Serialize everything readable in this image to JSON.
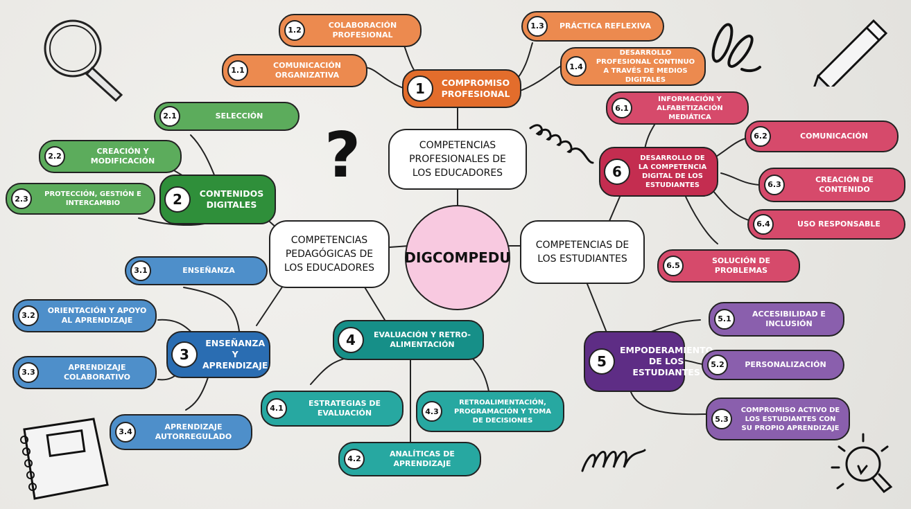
{
  "center": "DIGCOMPEDU",
  "categories": {
    "professional": "COMPETENCIAS PROFESIONALES DE LOS EDUCADORES",
    "pedagogical": "COMPETENCIAS PEDAGÓGICAS DE LOS EDUCADORES",
    "students": "COMPETENCIAS DE LOS ESTUDIANTES"
  },
  "areas": [
    {
      "num": "1",
      "label": "COMPROMISO PROFESIONAL",
      "color": "#e36d2c",
      "items": [
        {
          "num": "1.1",
          "label": "COMUNICACIÓN ORGANIZATIVA"
        },
        {
          "num": "1.2",
          "label": "COLABORACIÓN PROFESIONAL"
        },
        {
          "num": "1.3",
          "label": "PRÁCTICA REFLEXIVA"
        },
        {
          "num": "1.4",
          "label": "DESARROLLO PROFESIONAL CONTINUO A TRAVÉS DE MEDIOS DIGITALES"
        }
      ]
    },
    {
      "num": "2",
      "label": "CONTENIDOS DIGITALES",
      "color": "#2f8f3a",
      "items": [
        {
          "num": "2.1",
          "label": "SELECCIÓN"
        },
        {
          "num": "2.2",
          "label": "CREACIÓN Y MODIFICACIÓN"
        },
        {
          "num": "2.3",
          "label": "PROTECCIÓN, GESTIÓN E INTERCAMBIO"
        }
      ]
    },
    {
      "num": "3",
      "label": "ENSEÑANZA Y APRENDIZAJE",
      "color": "#2a6db2",
      "items": [
        {
          "num": "3.1",
          "label": "ENSEÑANZA"
        },
        {
          "num": "3.2",
          "label": "ORIENTACIÓN Y APOYO AL APRENDIZAJE"
        },
        {
          "num": "3.3",
          "label": "APRENDIZAJE COLABORATIVO"
        },
        {
          "num": "3.4",
          "label": "APRENDIZAJE AUTORREGULADO"
        }
      ]
    },
    {
      "num": "4",
      "label": "EVALUACIÓN Y RETRO-ALIMENTACIÓN",
      "color": "#168f88",
      "items": [
        {
          "num": "4.1",
          "label": "ESTRATEGIAS DE EVALUACIÓN"
        },
        {
          "num": "4.2",
          "label": "ANALÍTICAS DE APRENDIZAJE"
        },
        {
          "num": "4.3",
          "label": "RETROALIMENTACIÓN, PROGRAMACIÓN Y TOMA DE DECISIONES"
        }
      ]
    },
    {
      "num": "5",
      "label": "EMPODERAMIENTO DE LOS ESTUDIANTES",
      "color": "#5e2d85",
      "items": [
        {
          "num": "5.1",
          "label": "ACCESIBILIDAD E INCLUSIÓN"
        },
        {
          "num": "5.2",
          "label": "PERSONALIZACIÓN"
        },
        {
          "num": "5.3",
          "label": "COMPROMISO ACTIVO DE LOS ESTUDIANTES CON SU PROPIO APRENDIZAJE"
        }
      ]
    },
    {
      "num": "6",
      "label": "DESARROLLO DE LA COMPETENCIA DIGITAL DE LOS ESTUDIANTES",
      "color": "#c42d50",
      "items": [
        {
          "num": "6.1",
          "label": "INFORMACIÓN Y ALFABETIZACIÓN MEDIÁTICA"
        },
        {
          "num": "6.2",
          "label": "COMUNICACIÓN"
        },
        {
          "num": "6.3",
          "label": "CREACIÓN DE CONTENIDO"
        },
        {
          "num": "6.4",
          "label": "USO RESPONSABLE"
        },
        {
          "num": "6.5",
          "label": "SOLUCIÓN DE PROBLEMAS"
        }
      ]
    }
  ],
  "decorations": {
    "question_mark": "?"
  }
}
